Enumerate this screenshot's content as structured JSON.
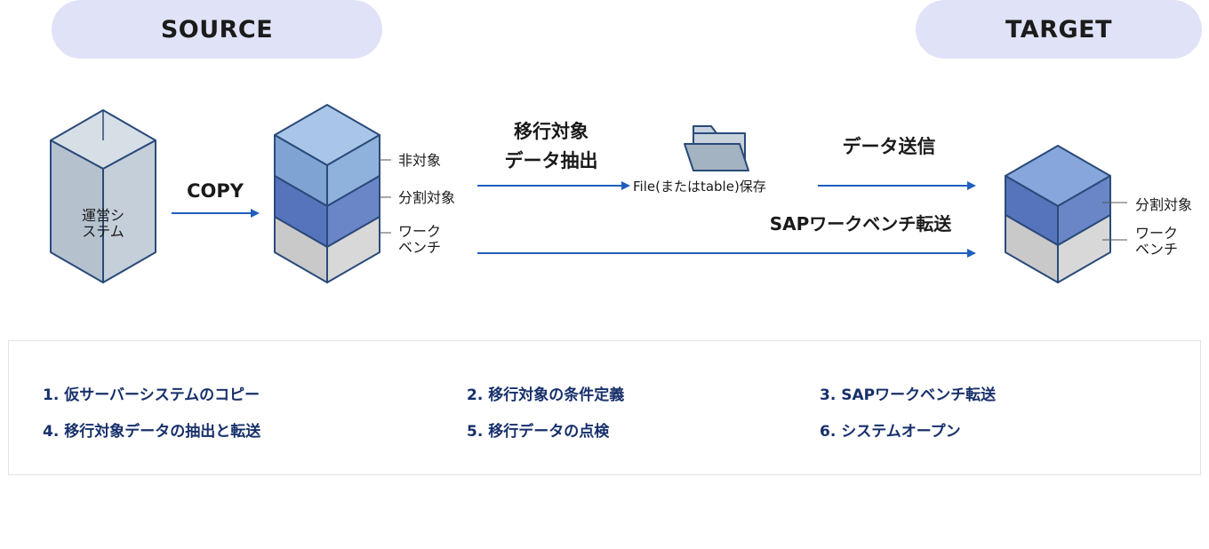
{
  "headers": {
    "source": "SOURCE",
    "target": "TARGET"
  },
  "nodes": {
    "operational_system": {
      "line1": "運営シ",
      "line2": "ステム"
    },
    "copy_label": "COPY",
    "source_layers": {
      "non_target": "非対象",
      "split_target": "分割対象",
      "workbench_line1": "ワーク",
      "workbench_line2": "ベンチ"
    },
    "extract_label": {
      "line1": "移行対象",
      "line2": "データ抽出"
    },
    "file_save": "File(またはtable)保存",
    "data_send": "データ送信",
    "sap_transfer": "SAPワークベンチ転送",
    "target_layers": {
      "split_target": "分割対象",
      "workbench_line1": "ワーク",
      "workbench_line2": "ベンチ"
    }
  },
  "steps": [
    "1. 仮サーバーシステムのコピー",
    "2. 移行対象の条件定義",
    "3. SAPワークベンチ転送",
    "4. 移行対象データの抽出と転送",
    "5. 移行データの点検",
    "6. システムオープン"
  ],
  "colors": {
    "pill_bg": "#e0e3f7",
    "arrow": "#1f5fbf",
    "step_text": "#17306b",
    "grey_cube": "#b7c3cf",
    "light_blue": "#a9c5e8",
    "mid_blue": "#5e7fc4",
    "workbench_grey": "#d3d3d3"
  },
  "icons": {
    "folder": "folder-icon"
  }
}
